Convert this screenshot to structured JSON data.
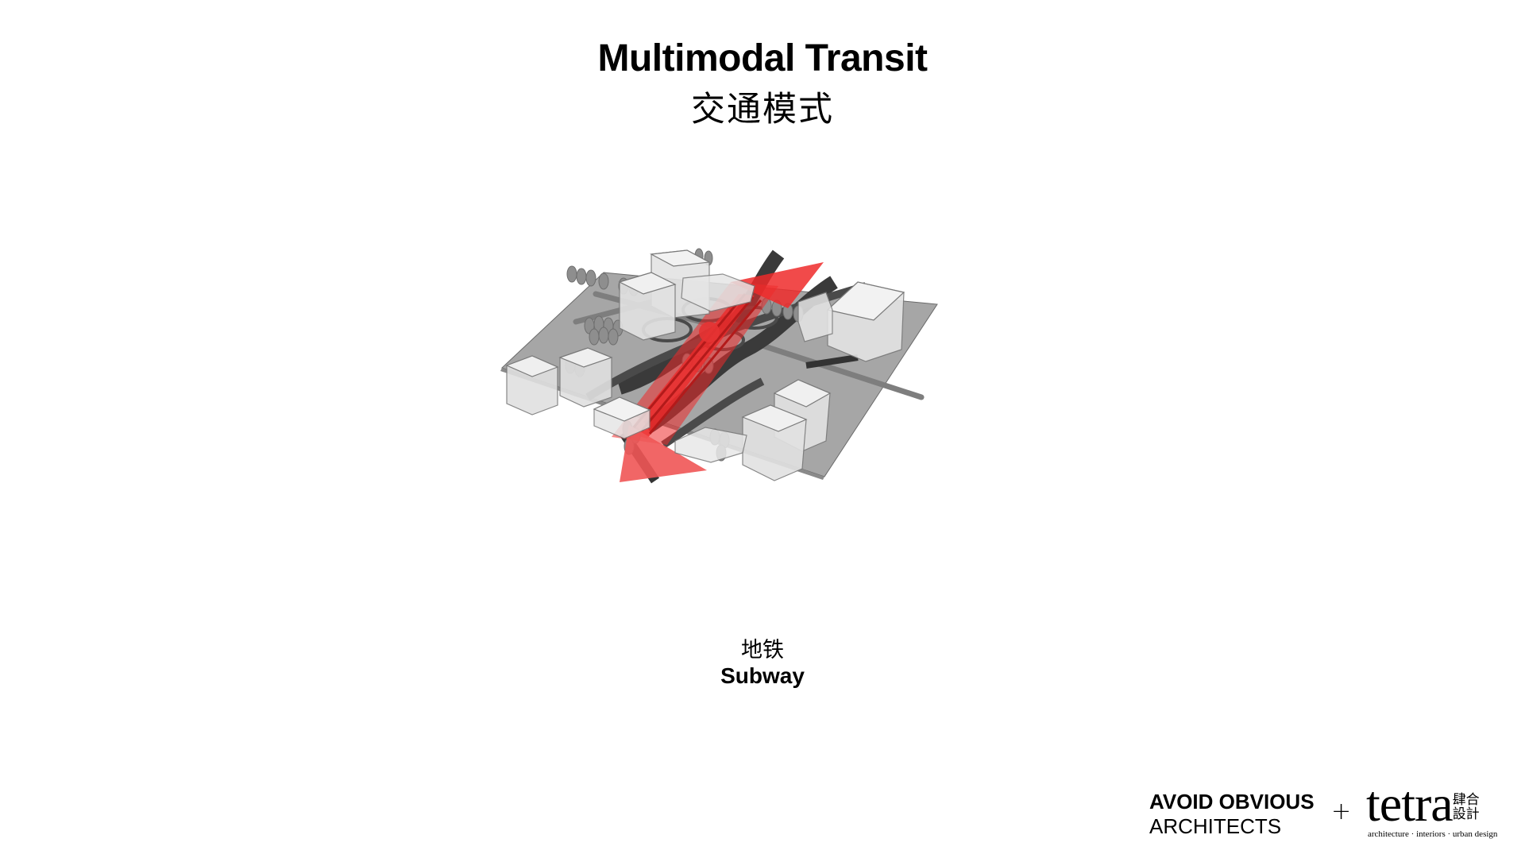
{
  "title": {
    "en": "Multimodal Transit",
    "zh": "交通模式"
  },
  "caption": {
    "zh": "地铁",
    "en": "Subway"
  },
  "footer": {
    "firm_line1": "AVOID OBVIOUS",
    "firm_line2": "ARCHITECTS",
    "plus": "+",
    "partner_word": "tetra",
    "partner_cjk": "肆合設計",
    "partner_tagline": "architecture · interiors · urban design"
  },
  "colors": {
    "background": "#ffffff",
    "ground": "#a6a6a6",
    "building": "#e8e8e8",
    "road": "#3a3a3a",
    "subway_highlight": "#ee2a2a",
    "station_marker": "#e53333"
  },
  "icons": {
    "diagram": "isometric-city-block",
    "station": "station-dot-icon",
    "arrow": "direction-arrow-icon"
  }
}
